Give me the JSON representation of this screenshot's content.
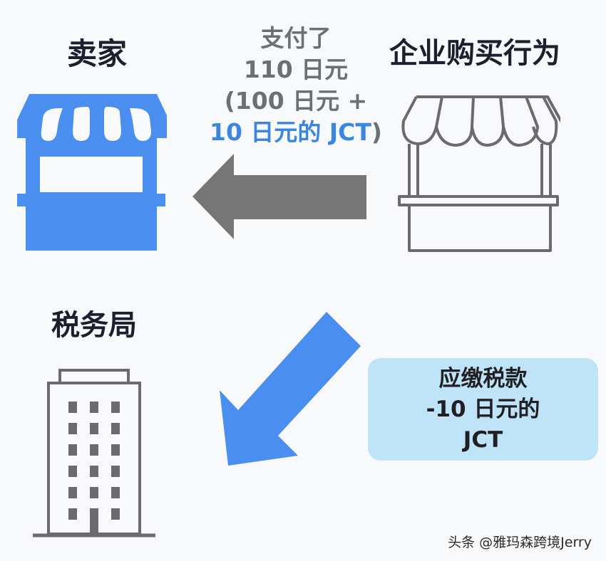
{
  "seller": {
    "title": "卖家",
    "icon": "shop-filled-icon",
    "color": "#4a8ef0"
  },
  "buyer": {
    "title": "企业购买行为",
    "icon": "shop-outline-icon",
    "color": "#6b6a70"
  },
  "tax_office": {
    "title": "税务局",
    "icon": "office-building-icon",
    "color": "#6b6a70"
  },
  "payment": {
    "line1": "支付了",
    "line2": "110 日元",
    "line3": "(100 日元 +",
    "line4_blue": "10 日元的 JCT",
    "line4_suffix": ")",
    "arrow": "left-arrow-icon",
    "arrow_color": "#767676",
    "text_color": "#6c6f75",
    "highlight_color": "#3a86e0"
  },
  "tax_payment": {
    "arrow": "down-left-arrow-icon",
    "arrow_color": "#4a8ef0",
    "line1": "应缴税款",
    "line2": "-10 日元的",
    "line3": "JCT",
    "box_color": "#bfe4f8"
  },
  "watermark": "头条 @雅玛森跨境Jerry"
}
